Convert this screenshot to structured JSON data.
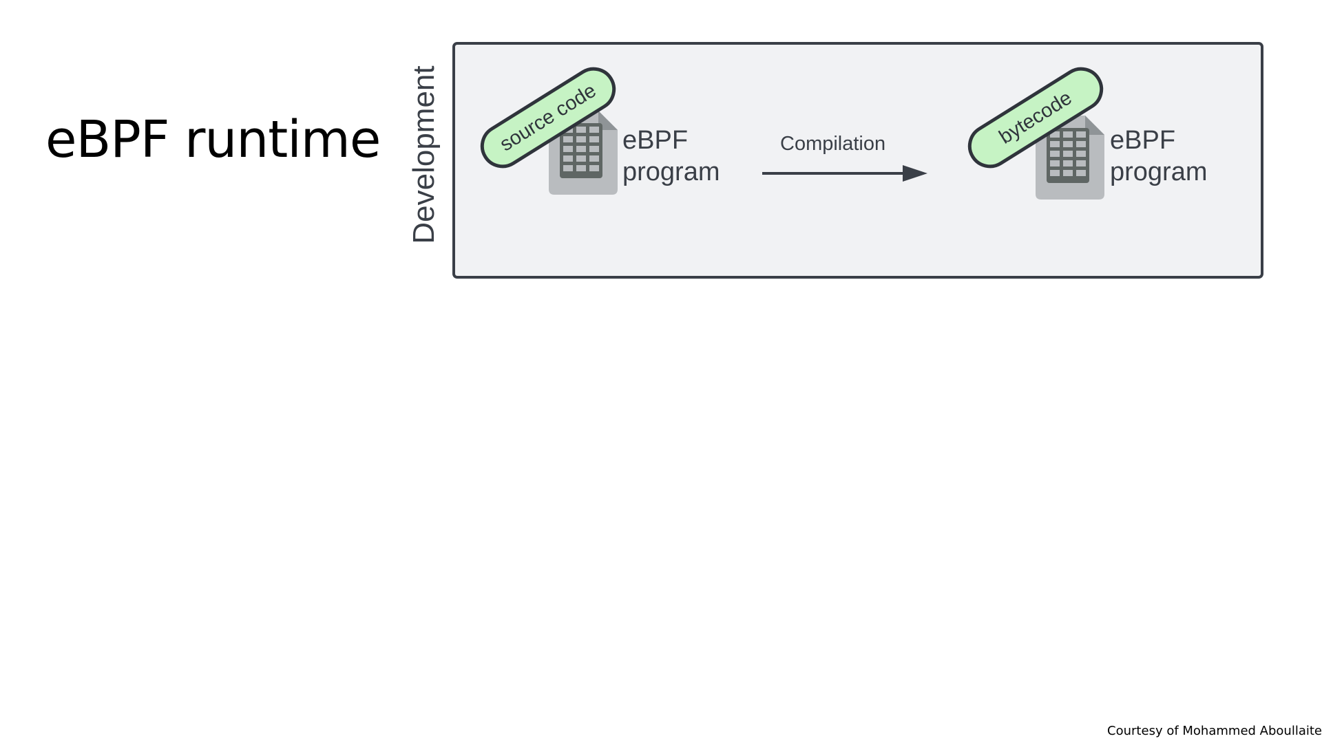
{
  "slide": {
    "title": "eBPF runtime",
    "credit": "Courtesy of Mohammed Aboullaite"
  },
  "diagram": {
    "stage_label": "Development",
    "source_node": {
      "tag": "source code",
      "label_line1": "eBPF",
      "label_line2": "program",
      "icon": "spreadsheet-file-icon"
    },
    "edge": {
      "label": "Compilation",
      "icon": "arrow-right-icon"
    },
    "target_node": {
      "tag": "bytecode",
      "label_line1": "eBPF",
      "label_line2": "program",
      "icon": "spreadsheet-file-icon"
    }
  },
  "colors": {
    "stage_fill": "#f1f2f4",
    "stage_border": "#3a3f47",
    "tag_fill": "#c6f3c4",
    "tag_border": "#2f343b",
    "icon_body": "#b9bcbf",
    "icon_grid": "#5f6664",
    "text": "#3a3f47"
  }
}
